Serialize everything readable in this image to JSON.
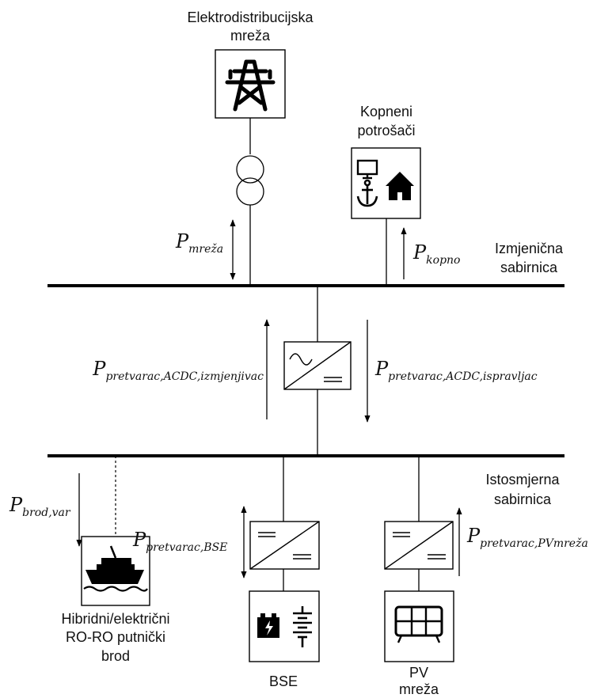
{
  "nodes": {
    "grid": {
      "label_line1": "Elektrodistribucijska",
      "label_line2": "mreža",
      "icon": "power-pylon-icon"
    },
    "land_consumers": {
      "label_line1": "Kopneni",
      "label_line2": "potrošači",
      "icons": [
        "computer-monitor-icon",
        "anchor-icon",
        "house-icon"
      ]
    },
    "ac_bus": {
      "label_line1": "Izmjenična",
      "label_line2": "sabirnica"
    },
    "dc_bus": {
      "label_line1": "Istosmjerna",
      "label_line2": "sabirnica"
    },
    "ship": {
      "label_line1": "Hibridni/električni",
      "label_line2": "RO-RO putnički",
      "label_line3": "brod",
      "icon": "ship-icon"
    },
    "bse": {
      "label": "BSE",
      "icons": [
        "battery-icon",
        "battery-cell-stack-icon"
      ]
    },
    "pv": {
      "label_line1": "PV",
      "label_line2": "mreža",
      "icon": "solar-panel-icon"
    }
  },
  "flows": {
    "grid": {
      "main": "P",
      "sub": "mreža"
    },
    "land": {
      "main": "P",
      "sub": "kopno"
    },
    "inverter": {
      "main": "P",
      "sub": "pretvarac,ACDC,izmjenjivac"
    },
    "rectifier": {
      "main": "P",
      "sub": "pretvarac,ACDC,ispravljac"
    },
    "ship": {
      "main": "P",
      "sub": "brod,var"
    },
    "bse": {
      "main": "P",
      "sub": "pretvarac,BSE"
    },
    "pv": {
      "main": "P",
      "sub": "pretvarac,PVmreža"
    }
  },
  "colors": {
    "line": "#000000",
    "background": "#ffffff"
  }
}
